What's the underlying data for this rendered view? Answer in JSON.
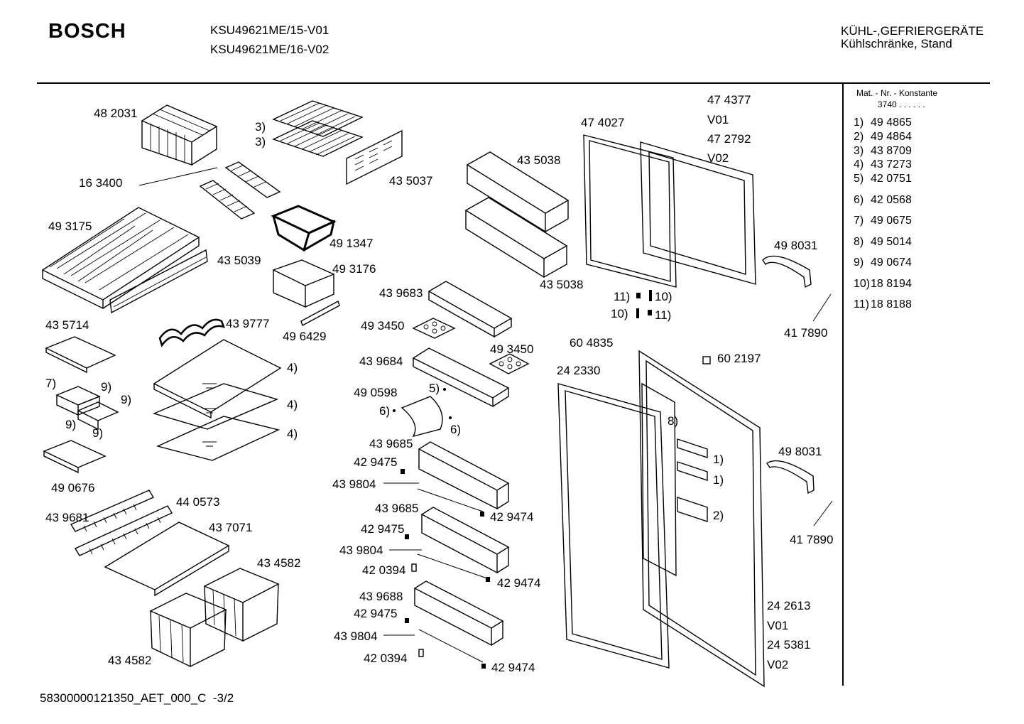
{
  "header": {
    "brand": "BOSCH",
    "models": [
      "KSU49621ME/15-V01",
      "KSU49621ME/16-V02"
    ],
    "category_line1": "KÜHL-,GEFRIERGERÄTE",
    "category_line2": "Kühlschränke, Stand"
  },
  "legend": {
    "heading": "Mat. - Nr. - Konstante",
    "constant": "3740 . .   . . . .",
    "items": [
      {
        "key": "1)",
        "number": "49 4865"
      },
      {
        "key": "2)",
        "number": "49 4864"
      },
      {
        "key": "3)",
        "number": "43 8709"
      },
      {
        "key": "4)",
        "number": "43 7273"
      },
      {
        "key": "5)",
        "number": "42 0751"
      },
      {
        "key": "6)",
        "number": "42 0568"
      },
      {
        "key": "7)",
        "number": "49 0675"
      },
      {
        "key": "8)",
        "number": "49 5014"
      },
      {
        "key": "9)",
        "number": "49 0674"
      },
      {
        "key": "10)",
        "number": "18 8194"
      },
      {
        "key": "11)",
        "number": "18 8188"
      }
    ]
  },
  "labels": [
    "48 2031",
    "3)",
    "3)",
    "16 3400",
    "43 5037",
    "49 3175",
    "49 1347",
    "43 5039",
    "49 3176",
    "43 5714",
    "43 9777",
    "49 6429",
    "4)",
    "4)",
    "4)",
    "7)",
    "9)",
    "9)",
    "9)",
    "9)",
    "49 0676",
    "43 9681",
    "44 0573",
    "43 7071",
    "43 4582",
    "43 4582",
    "43 5038",
    "43 5038",
    "47 4027",
    "47 4377",
    "V01",
    "47 2792",
    "V02",
    "49 8031",
    "11)",
    "10)",
    "10)",
    "11)",
    "41 7890",
    "43 9683",
    "49 3450",
    "49 3450",
    "43 9684",
    "60 4835",
    "60 2197",
    "24 2330",
    "5)",
    "49 0598",
    "6)",
    "6)",
    "8)",
    "43 9685",
    "42 9475",
    "43 9804",
    "42 9474",
    "1)",
    "1)",
    "49 8031",
    "43 9685",
    "42 9475",
    "43 9804",
    "42 0394",
    "42 9474",
    "2)",
    "41 7890",
    "43 9688",
    "42 9475",
    "43 9804",
    "42 0394",
    "42 9474",
    "24 2613",
    "V01",
    "24 5381",
    "V02"
  ],
  "footer": {
    "code": "58300000121350_AET_000_C",
    "page": "-3/2"
  }
}
